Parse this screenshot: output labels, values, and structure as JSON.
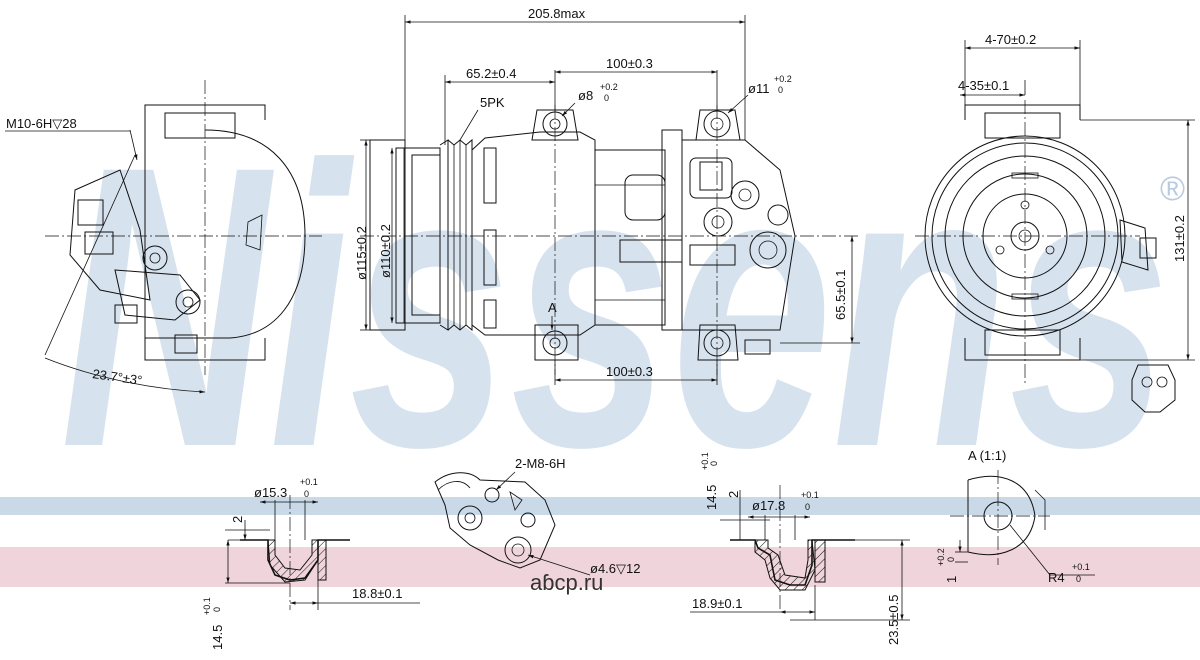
{
  "brand": {
    "watermark": "Nissens",
    "registered_mark": "®",
    "site_mark": "aɓcp.ru",
    "colors": {
      "watermark_blue": "#c9d9e8",
      "watermark_red": "#f0d4db",
      "line": "#111111"
    }
  },
  "labels": {
    "overall_length": "205.8max",
    "pulley_offset": "65.2±0.4",
    "upper_bolt_spacing": "100±0.3",
    "lower_bolt_spacing": "100±0.3",
    "hole_8": "ø8",
    "hole_8_tol_upper": "+0.2",
    "hole_8_tol_lower": "0",
    "hole_11": "ø11",
    "hole_11_tol_upper": "+0.2",
    "hole_11_tol_lower": "0",
    "belt": "5PK",
    "thread_left": "M10-6H▽28",
    "pulley_dia": "ø115±0.2",
    "clutch_dia": "ø110±0.2",
    "height_65": "65.5±0.1",
    "detail_marker": "A",
    "angle": "23.7°±3°",
    "mount_4_70": "4-70±0.2",
    "mount_4_35": "4-35±0.1",
    "height_131": "131±0.2",
    "port1_dia": "ø15.3",
    "port1_tol_upper": "+0.1",
    "port1_tol_lower": "0",
    "port1_depth": "2",
    "port1_offset": "18.8±0.1",
    "port1_height": "14.5",
    "port1_height_tol_upper": "+0.1",
    "port1_height_tol_lower": "0",
    "flange_thread": "2-M8-6H",
    "flange_hole": "ø4.6▽12",
    "port2_height": "14.5",
    "port2_height_tol_upper": "+0.1",
    "port2_height_tol_lower": "0",
    "port2_depth": "2",
    "port2_dia": "ø17.8",
    "port2_tol_upper": "+0.1",
    "port2_tol_lower": "0",
    "port2_offset": "18.9±0.1",
    "port2_total": "23.5±0.5",
    "detail_title": "A (1:1)",
    "detail_gap": "1",
    "detail_gap_tol_upper": "+0.2",
    "detail_gap_tol_lower": "0",
    "detail_radius": "R4",
    "detail_radius_tol_upper": "+0.1",
    "detail_radius_tol_lower": "0"
  }
}
